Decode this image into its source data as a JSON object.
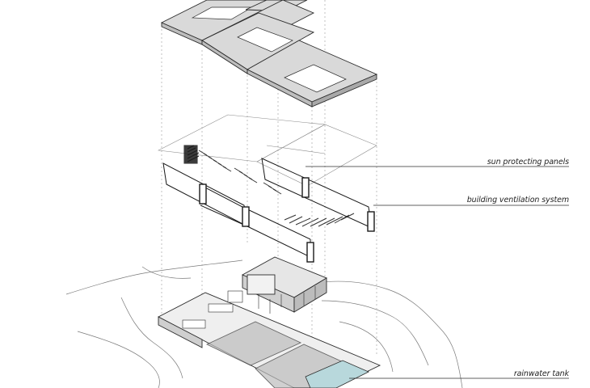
{
  "diagram": {
    "callouts": [
      {
        "id": "sun-panels",
        "label": "sun protecting panels"
      },
      {
        "id": "ventilation",
        "label": "building ventilation system"
      },
      {
        "id": "rainwater",
        "label": "rainwater tank"
      }
    ],
    "colors": {
      "line": "#2b2b2b",
      "light_line": "#8a8a8a",
      "roof_fill": "#d9d9d9",
      "skylight_fill": "#ffffff",
      "wall_fill": "#e6e6e6",
      "floor_fill": "#cfcfcf",
      "tank_fill": "#b8d8dc",
      "louver": "#1a1a1a"
    }
  }
}
